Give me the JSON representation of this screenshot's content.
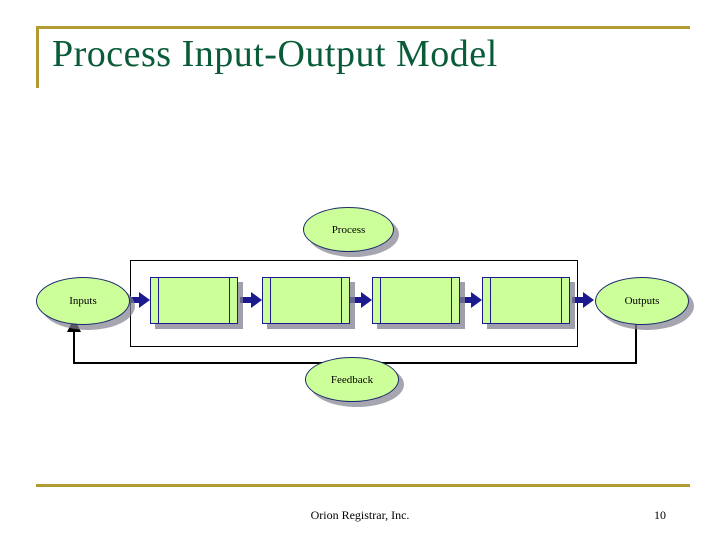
{
  "slide": {
    "title": "Process Input-Output Model",
    "accent_color": "#b19b32",
    "title_color": "#0a5c38",
    "shape_fill": "#ccff99",
    "shape_outline": "#1b2a6b",
    "arrow_color": "#1b1b8f"
  },
  "diagram": {
    "type": "flow",
    "nodes": {
      "process": "Process",
      "inputs": "Inputs",
      "outputs": "Outputs",
      "feedback": "Feedback"
    },
    "process_steps": [
      "",
      "",
      "",
      ""
    ],
    "connections": [
      {
        "from": "inputs",
        "to": "step-1"
      },
      {
        "from": "step-1",
        "to": "step-2"
      },
      {
        "from": "step-2",
        "to": "step-3"
      },
      {
        "from": "step-3",
        "to": "step-4"
      },
      {
        "from": "step-4",
        "to": "outputs"
      },
      {
        "from": "outputs",
        "to": "inputs",
        "via": "feedback"
      }
    ]
  },
  "footer": {
    "organization": "Orion Registrar, Inc.",
    "page_number": "10"
  }
}
